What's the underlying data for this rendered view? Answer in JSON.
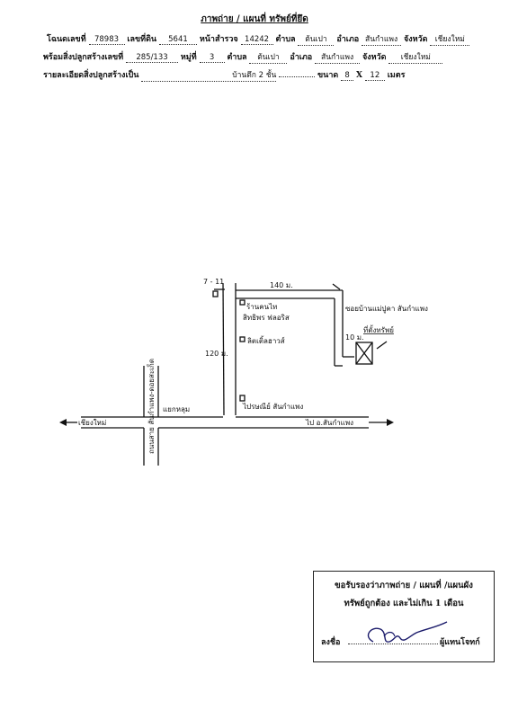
{
  "header": {
    "title": "ภาพถ่าย / แผนที่ ทรัพย์ที่ยึด",
    "row1": {
      "deed_label": "โฉนดเลขที่",
      "deed_no": "78983",
      "land_label": "เลขที่ดิน",
      "land_no": "5641",
      "survey_label": "หน้าสำรวจ",
      "survey_no": "14242",
      "subdistrict_label": "ตำบล",
      "subdistrict": "ต้นเปา",
      "district_label": "อำเภอ",
      "district": "สันกำแพง",
      "province_label": "จังหวัด",
      "province": "เชียงใหม่"
    },
    "row2": {
      "building_label": "พร้อมสิ่งปลูกสร้างเลขที่",
      "building_no": "285/133",
      "moo_label": "หมู่ที่",
      "moo": "3",
      "subdistrict_label": "ตำบล",
      "subdistrict": "ต้นเปา",
      "district_label": "อำเภอ",
      "district": "สันกำแพง",
      "province_label": "จังหวัด",
      "province": "เชียงใหม่"
    },
    "row3": {
      "detail_label": "รายละเอียดสิ่งปลูกสร้างเป็น",
      "detail": "บ้านตึก 2 ชั้น",
      "size_label": "ขนาด",
      "width": "8",
      "x": "X",
      "length": "12",
      "unit": "เมตร"
    }
  },
  "map": {
    "soi_label": "7 - 11",
    "distance_top": "140 ม.",
    "distance_side": "120 ม.",
    "distance_short": "10 ม.",
    "target_label": "ที่ตั้งทรัพย์",
    "note_top_right": "ซอยบ้านแม่ปูคา สันกำแพง",
    "shop1": "ร้านคนไท",
    "shop2": "สิทธิพร ฟลอริส",
    "shop3": "ลิตเติ้ลฮาวส์",
    "landmark_bottom": "ไปรษณีย์ สันกำแพง",
    "junction": "แยกหลุม",
    "road_vertical": "ถนนสาย สันกำแพง-ดอยสะเก็ด",
    "road_left": "เชียงใหม่",
    "road_right": "ไป อ.สันกำแพง"
  },
  "certification": {
    "line1": "ขอรับรองว่าภาพถ่าย / แผนที่ /แผนผัง",
    "line2": "ทรัพย์ถูกต้อง และไม่เกิน 1 เดือน",
    "sign_label": "ลงชื่อ",
    "role": "ผู้แทนโจทก์"
  }
}
